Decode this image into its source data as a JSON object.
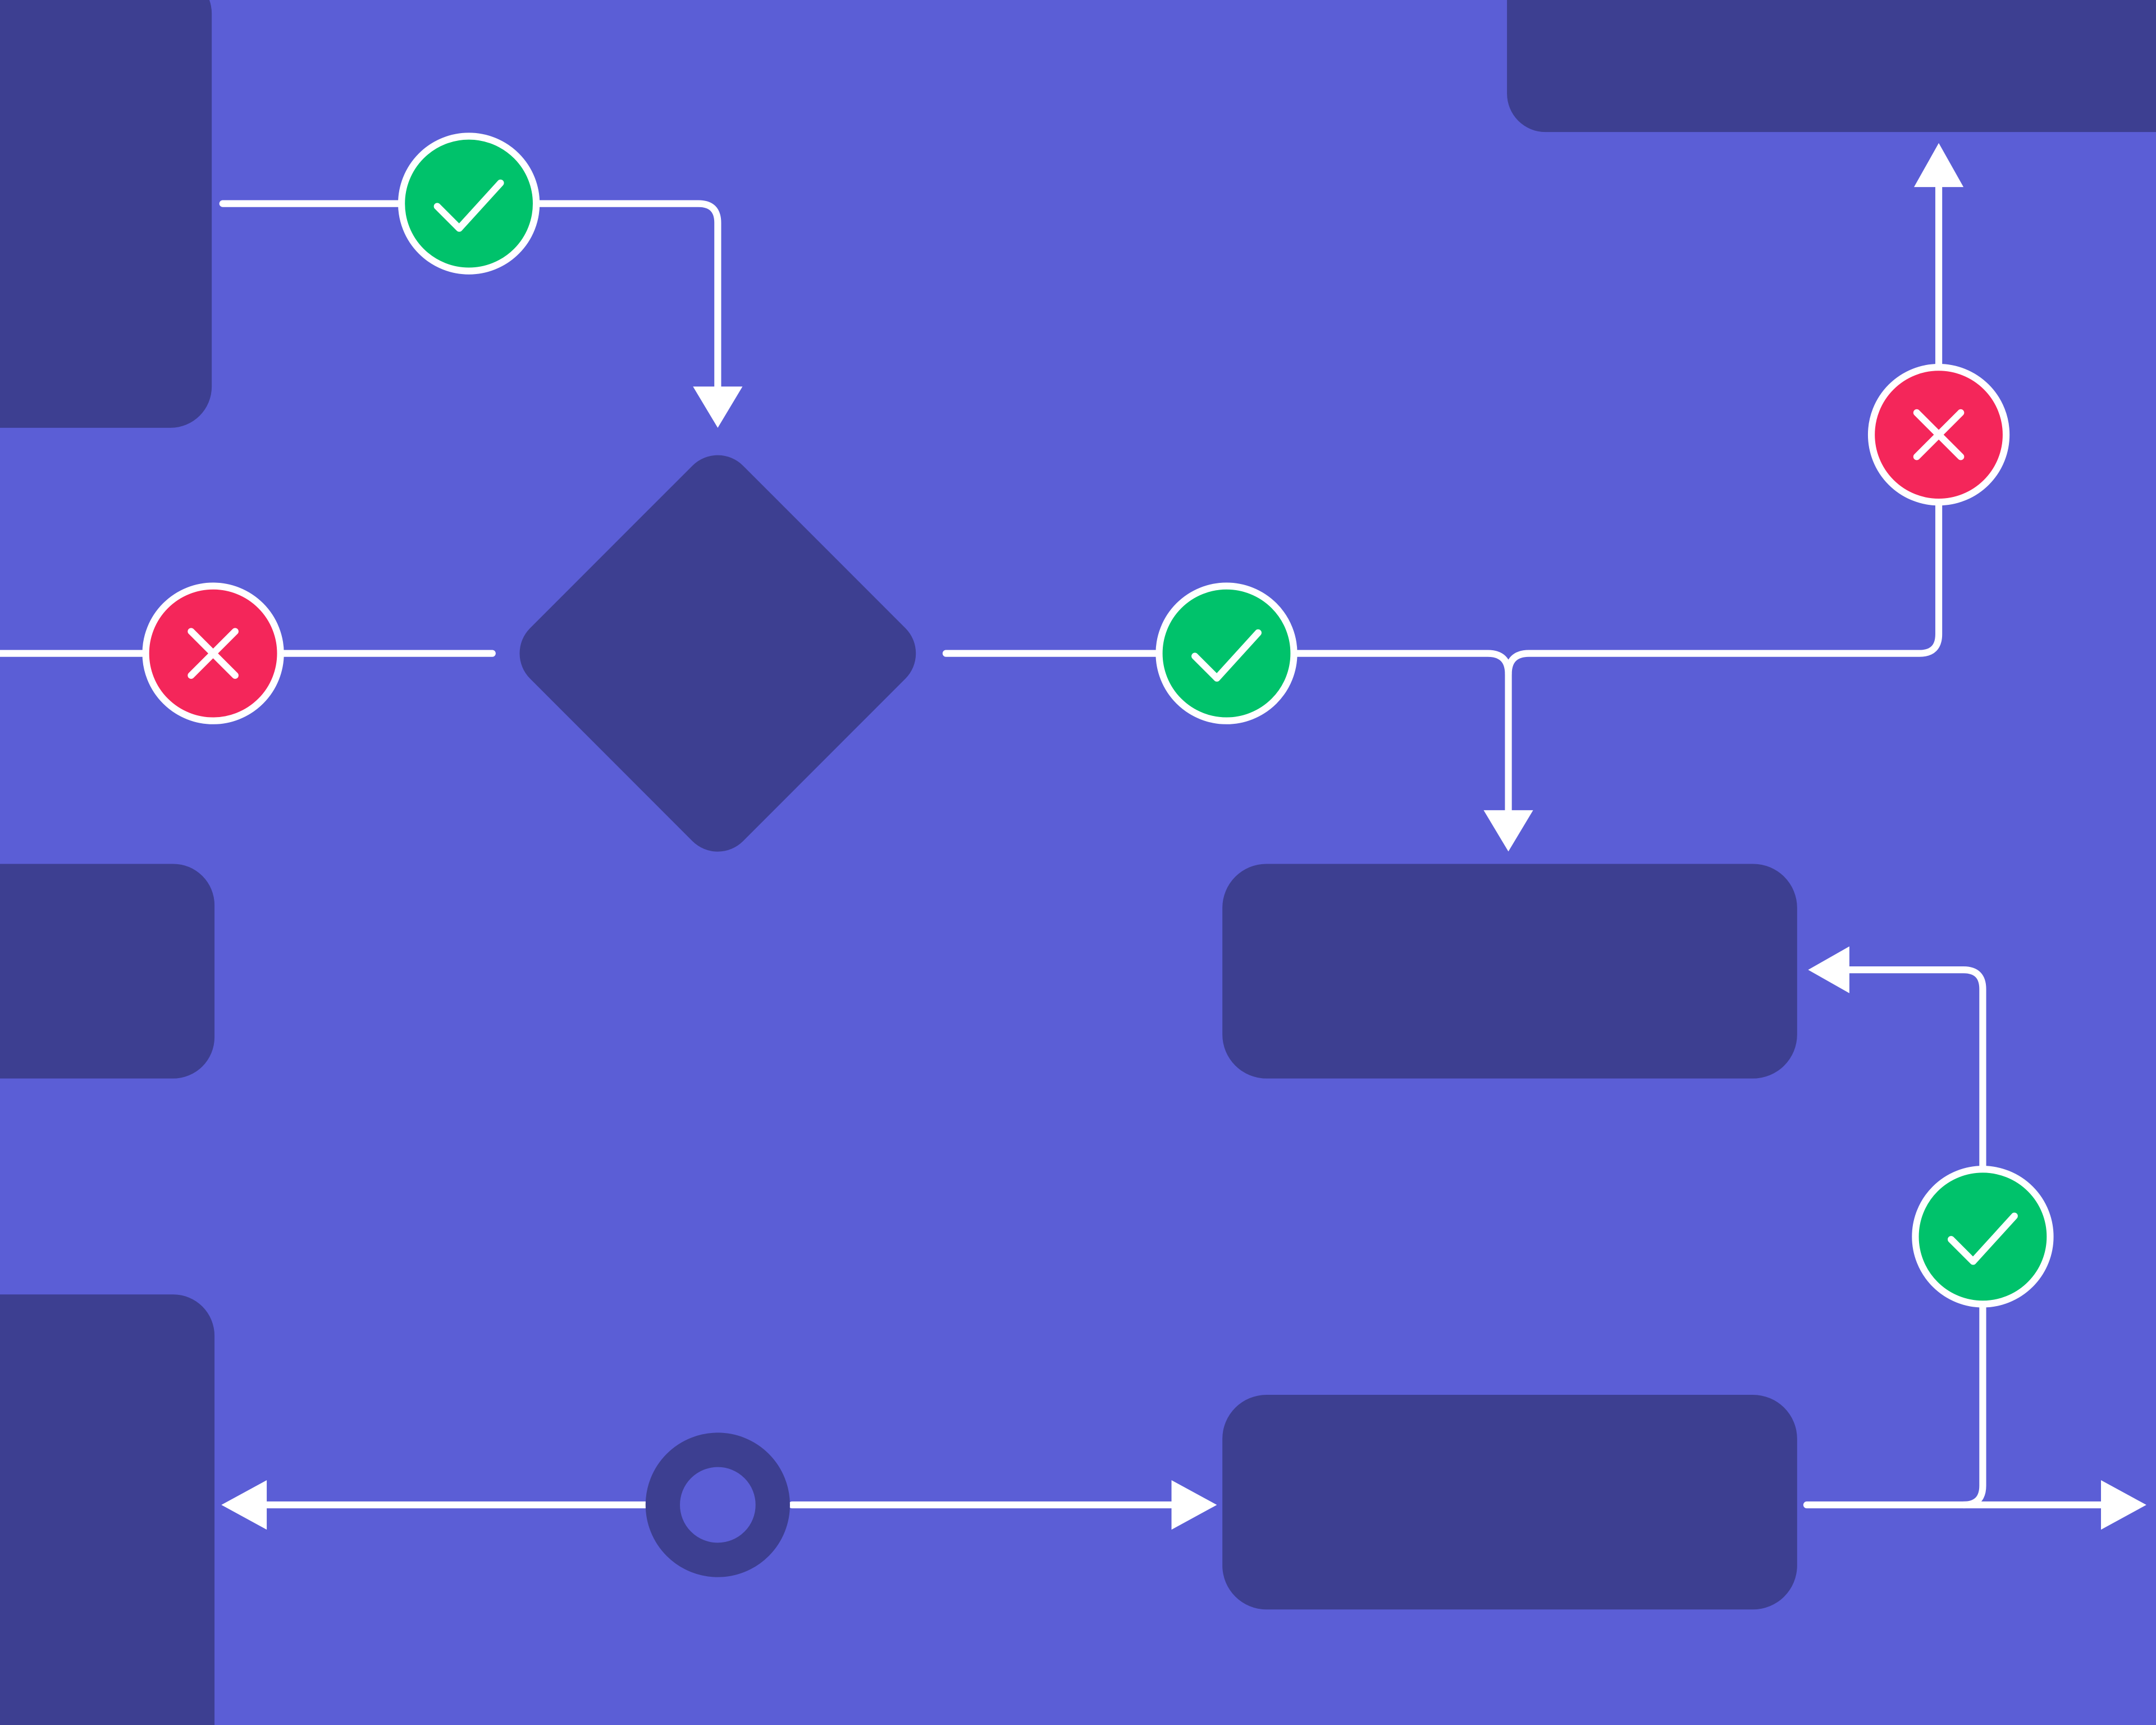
{
  "colors": {
    "background": "#5B5ED6",
    "node_fill": "#3D3F91",
    "connector": "#FFFFFF",
    "success": "#00C26B",
    "failure": "#F4265A"
  },
  "nodes": [
    {
      "id": "node-block-top-left",
      "shape": "rounded-rectangle"
    },
    {
      "id": "node-block-top-right",
      "shape": "rounded-rectangle"
    },
    {
      "id": "node-decision",
      "shape": "diamond"
    },
    {
      "id": "node-block-middle-left",
      "shape": "rounded-rectangle"
    },
    {
      "id": "node-block-middle-right",
      "shape": "rounded-rectangle"
    },
    {
      "id": "node-block-bottom-left",
      "shape": "rounded-rectangle"
    },
    {
      "id": "node-block-bottom-right",
      "shape": "rounded-rectangle"
    },
    {
      "id": "node-ring",
      "shape": "ring"
    }
  ],
  "badges": [
    {
      "id": "success-badge-top",
      "status": "success",
      "icon": "checkmark-icon"
    },
    {
      "id": "failure-badge-left",
      "status": "failure",
      "icon": "close-icon"
    },
    {
      "id": "success-badge-center",
      "status": "success",
      "icon": "checkmark-icon"
    },
    {
      "id": "failure-badge-right",
      "status": "failure",
      "icon": "close-icon"
    },
    {
      "id": "success-badge-bottom-right",
      "status": "success",
      "icon": "checkmark-icon"
    }
  ]
}
